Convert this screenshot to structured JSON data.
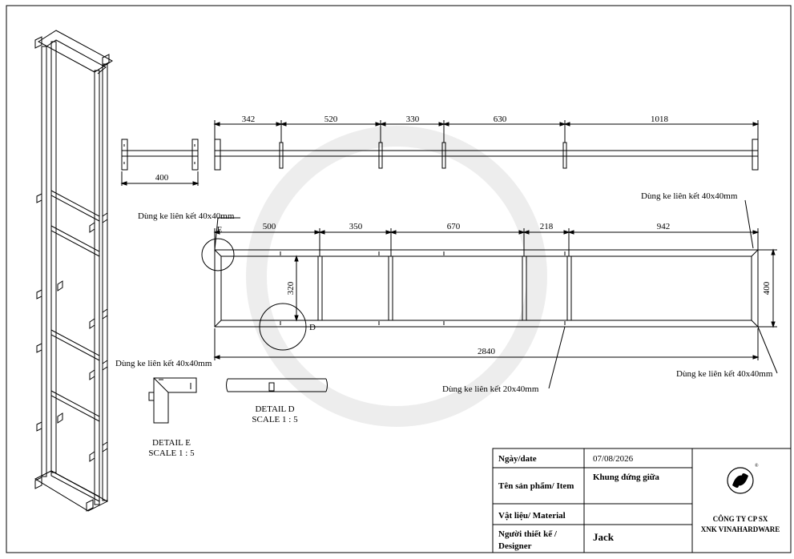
{
  "top_dimensions": [
    "342",
    "520",
    "330",
    "630",
    "1018"
  ],
  "side_view_width": "400",
  "front_dimensions": [
    "500",
    "350",
    "670",
    "218",
    "942"
  ],
  "front_height_inner": "320",
  "front_height_outer": "400",
  "front_total_length": "2840",
  "notes": {
    "top_left": "Dùng ke liên kết 40x40mm",
    "top_right": "Dùng ke liên kết 40x40mm",
    "bottom_left": "Dùng ke liên kết 40x40mm",
    "bottom_middle": "Dùng ke liên kết 20x40mm",
    "bottom_right": "Dùng ke liên kết 40x40mm"
  },
  "detail_markers": {
    "e": "E",
    "d": "D"
  },
  "details": {
    "d": {
      "title": "DETAIL D",
      "scale": "SCALE 1 : 5"
    },
    "e": {
      "title": "DETAIL E",
      "scale": "SCALE 1 : 5"
    }
  },
  "title_block": {
    "date_label": "Ngày/date",
    "date_value": "07/08/2026",
    "item_label": "Tên sản phẩm/ Item",
    "item_value": "Khung đứng giữa",
    "material_label": "Vật liệu/ Material",
    "material_value": "",
    "designer_label_1": "Người thiết kế /",
    "designer_label_2": "Designer",
    "designer_value": "Jack",
    "company_line_1": "CÔNG TY CP SX",
    "company_line_2": "XNK VINAHARDWARE",
    "logo_mark": "®"
  }
}
